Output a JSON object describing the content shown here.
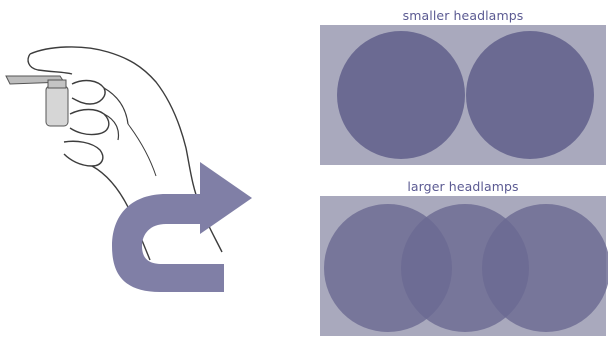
{
  "colors": {
    "panel_bg": "#a9a9bd",
    "circle_fill": "#6b6a92",
    "arrow_fill": "#807fa6",
    "caption_text": "#5b5a92",
    "hand_stroke": "#3d3d3d",
    "bulb_fill": "#d9d9d9"
  },
  "icons": {
    "hand": "hand-holding-bulb-icon",
    "arrow": "u-turn-arrow-icon"
  },
  "panels": {
    "smaller": {
      "label": "smaller headlamps",
      "circle_count": 2
    },
    "larger": {
      "label": "larger headlamps",
      "circle_count": 3
    }
  }
}
